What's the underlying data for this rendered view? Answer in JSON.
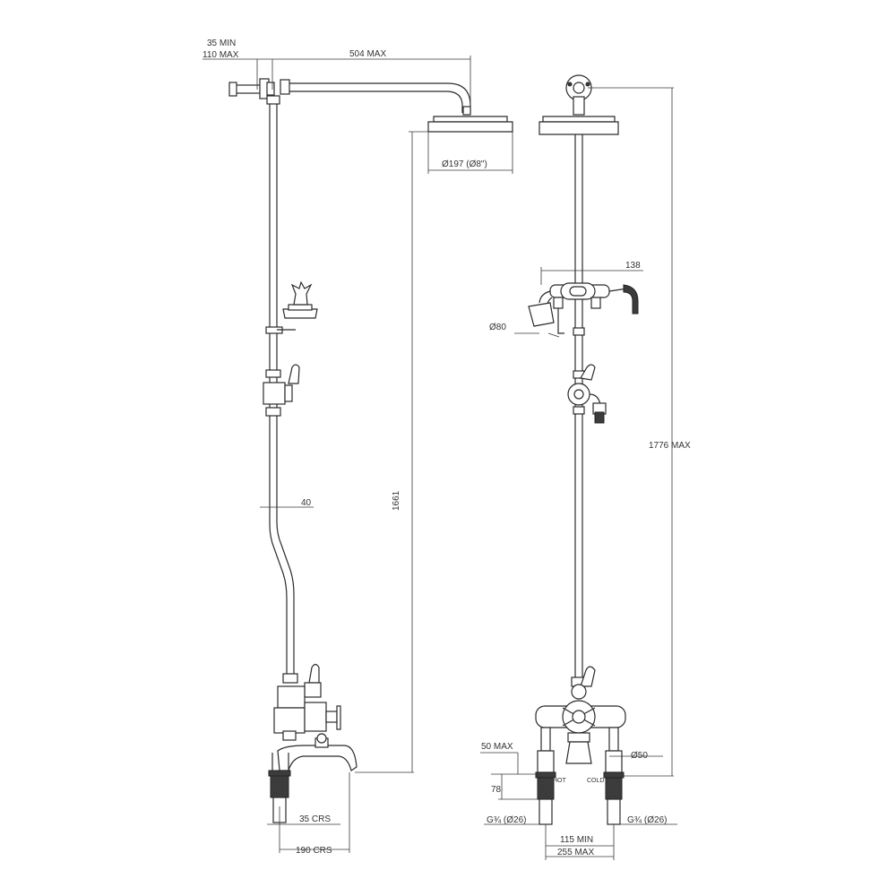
{
  "dimensions": {
    "min_35": "35 MIN",
    "max_110": "110 MAX",
    "arm_504": "504 MAX",
    "head_dia": "Ø197 (Ø8\")",
    "offset_40": "40",
    "height_1661": "1661",
    "crs_35": "35 CRS",
    "crs_190": "190 CRS",
    "width_138": "138",
    "handset_dia": "Ø80",
    "height_1776": "1776 MAX",
    "max_50": "50 MAX",
    "dim_78": "78",
    "hot": "HOT",
    "cold": "COLD",
    "dia_50": "Ø50",
    "thread_left": "G¾ (Ø26)",
    "thread_right": "G¾ (Ø26)",
    "min_115": "115 MIN",
    "max_255": "255 MAX"
  }
}
